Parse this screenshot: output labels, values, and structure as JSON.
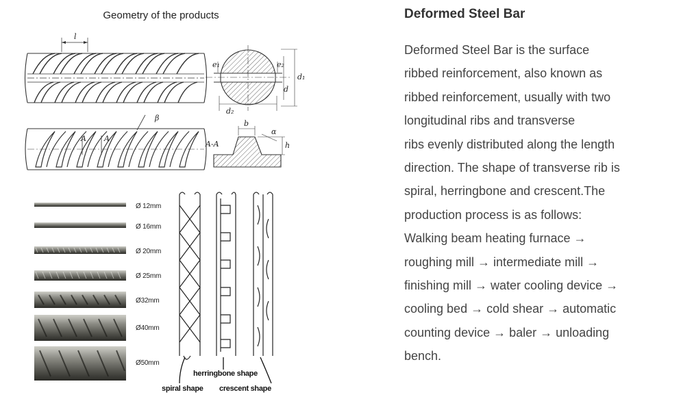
{
  "figure": {
    "title": "Geometry of the products",
    "sizes": [
      "Ø 12mm",
      "Ø 16mm",
      "Ø 20mm",
      "Ø 25mm",
      "Ø32mm",
      "Ø40mm",
      "Ø50mm"
    ],
    "shapes": {
      "herringbone": "herringbone shape",
      "spiral": "spiral shape",
      "crescent": "crescent shape"
    },
    "diagram_labels": {
      "pitch": "l",
      "beta": "β",
      "section_a1": "A",
      "section_a2": "A",
      "section": "A-A",
      "width": "b",
      "alpha": "α",
      "height": "h",
      "e1": "e₁",
      "e2": "e₂",
      "d": "d",
      "d1": "d₁",
      "d2": "d₂"
    }
  },
  "article": {
    "title": "Deformed Steel Bar",
    "lines": [
      "Deformed Steel Bar is the surface",
      "ribbed reinforcement, also known as",
      "ribbed reinforcement, usually with two",
      "longitudinal ribs and transverse",
      "ribs evenly distributed along the length",
      "direction. The shape of transverse rib is",
      "spiral, herringbone and crescent.The",
      "production process is as follows:",
      "Walking beam heating furnace →",
      "roughing mill → intermediate mill →",
      "finishing mill → water cooling device →",
      "cooling bed → cold shear → automatic",
      "counting device → baler → unloading",
      "bench."
    ]
  }
}
